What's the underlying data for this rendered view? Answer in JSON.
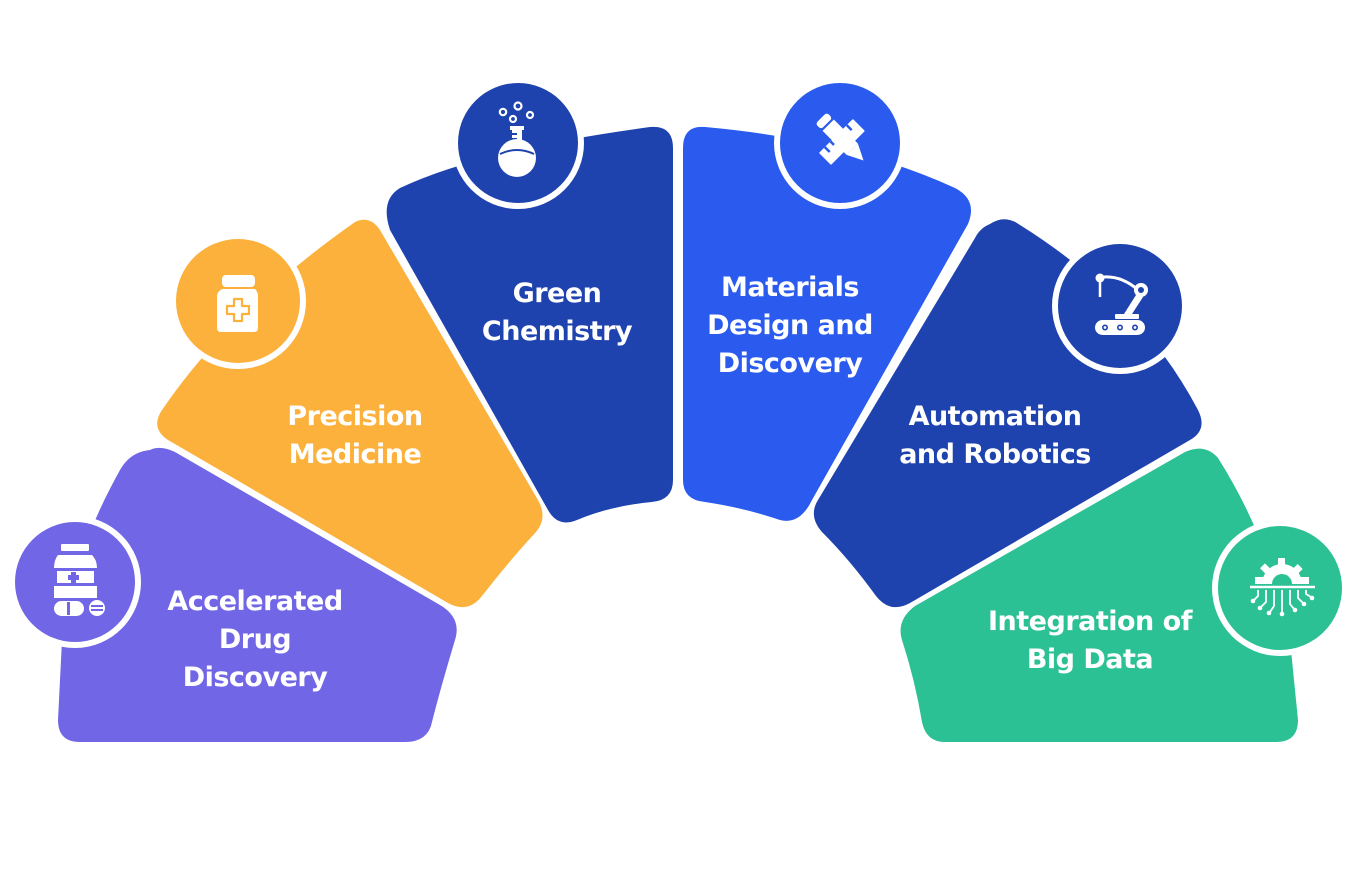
{
  "diagram": {
    "type": "radial-fan",
    "segments": [
      {
        "id": "accelerated-drug-discovery",
        "lines": [
          "Accelerated",
          "Drug",
          "Discovery"
        ],
        "color": "#7166E5",
        "icon": "medicine-bottle-pills-icon"
      },
      {
        "id": "precision-medicine",
        "lines": [
          "Precision",
          "Medicine"
        ],
        "color": "#FBB13C",
        "icon": "medicine-jar-cross-icon"
      },
      {
        "id": "green-chemistry",
        "lines": [
          "Green",
          "Chemistry"
        ],
        "color": "#1F43AE",
        "icon": "flask-bubbles-icon"
      },
      {
        "id": "materials-design-and-discovery",
        "lines": [
          "Materials",
          "Design and",
          "Discovery"
        ],
        "color": "#2A5BEE",
        "icon": "pencil-ruler-icon"
      },
      {
        "id": "automation-and-robotics",
        "lines": [
          "Automation",
          "and Robotics"
        ],
        "color": "#1F43AE",
        "icon": "robot-arm-icon"
      },
      {
        "id": "integration-of-big-data",
        "lines": [
          "Integration of",
          "Big Data"
        ],
        "color": "#2CC194",
        "icon": "gear-circuit-icon"
      }
    ]
  }
}
